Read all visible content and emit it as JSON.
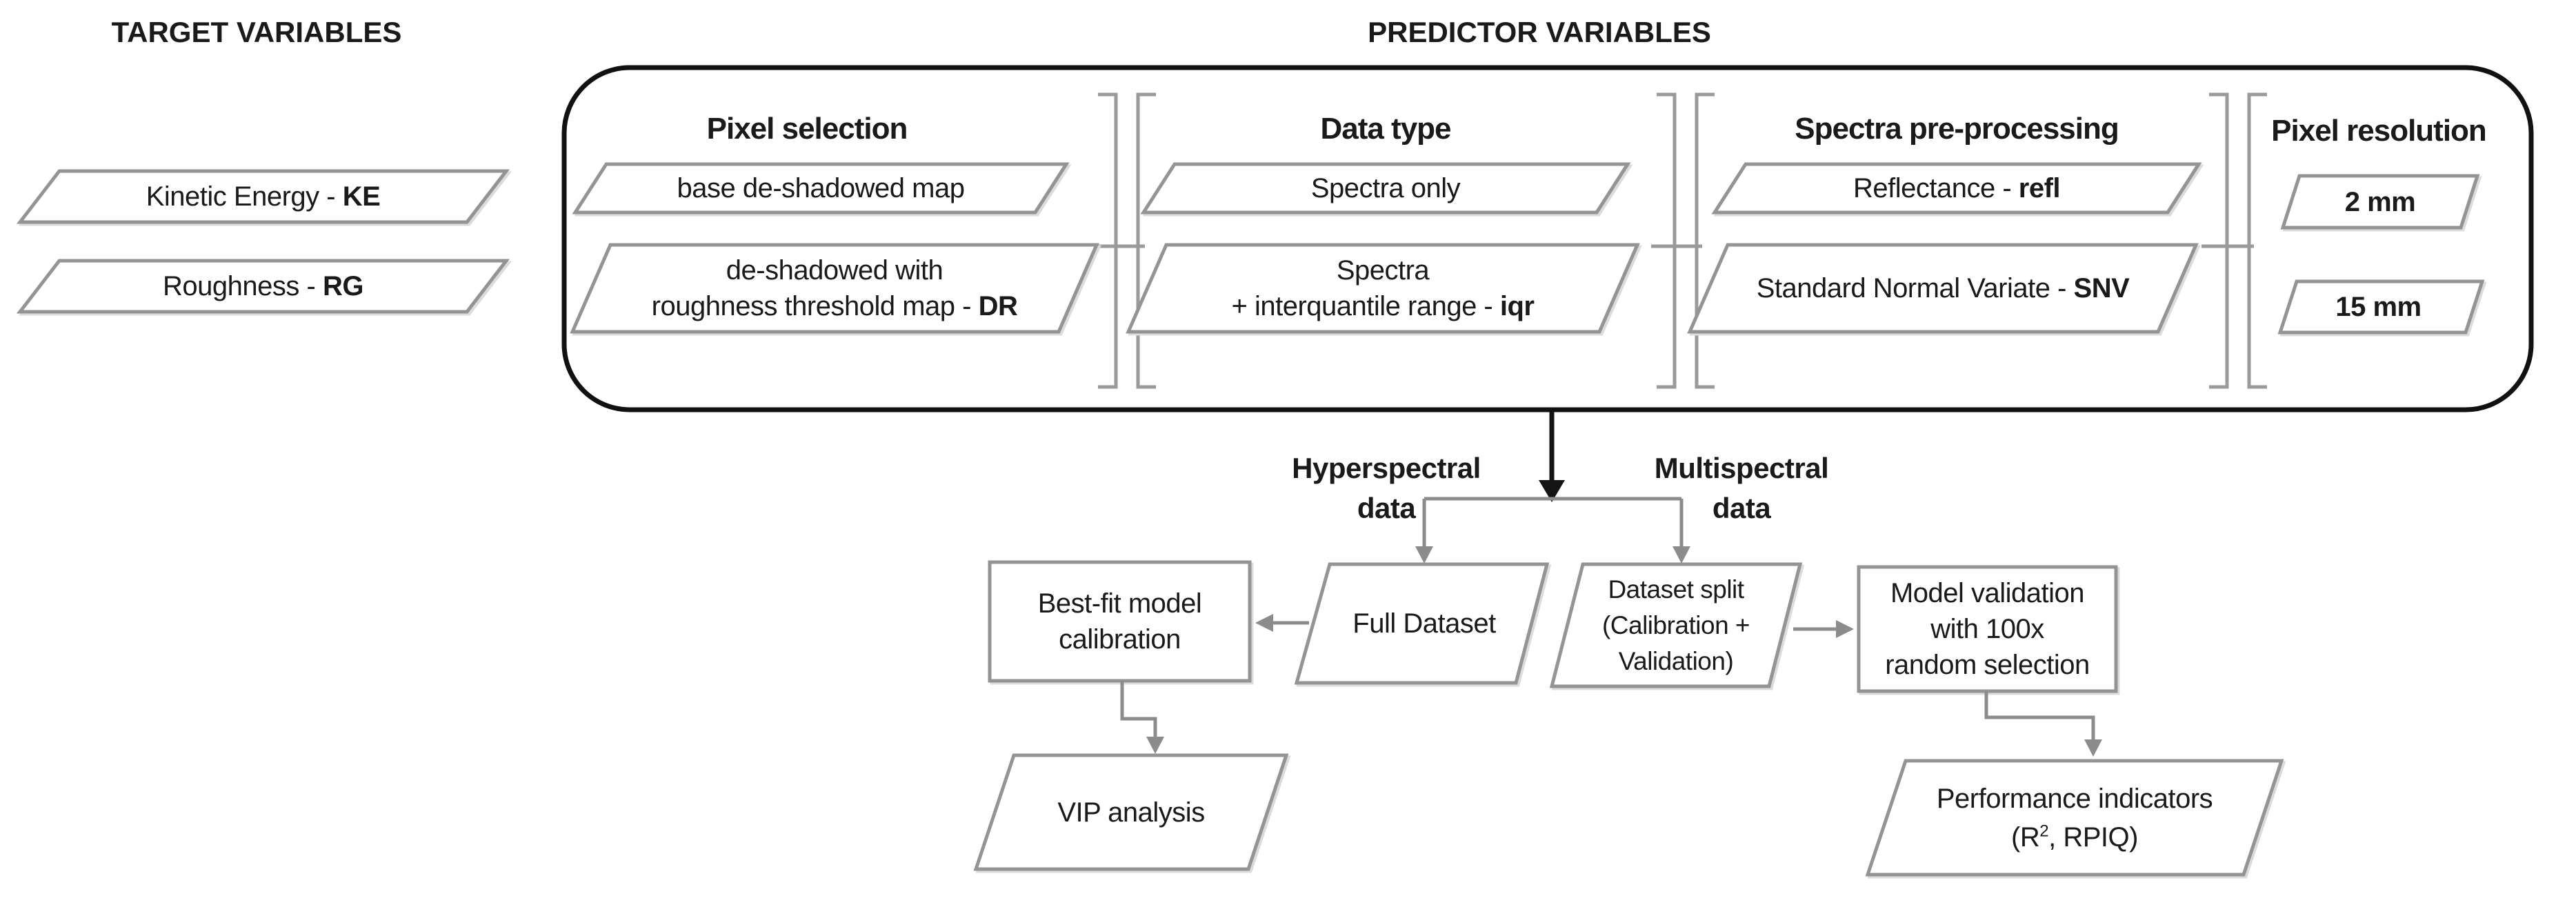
{
  "header": {
    "target": "TARGET VARIABLES",
    "predictor": "PREDICTOR VARIABLES"
  },
  "target_variables": {
    "ke": {
      "text": "Kinetic Energy - ",
      "bold": "KE"
    },
    "rg": {
      "text": "Roughness - ",
      "bold": "RG"
    }
  },
  "predictor_panel": {
    "pixel_selection": {
      "heading": "Pixel selection",
      "item1": {
        "text": "base de-shadowed map",
        "bold": ""
      },
      "item2_line1": {
        "text": "de-shadowed with",
        "bold": ""
      },
      "item2_line2": {
        "text": "roughness threshold map - ",
        "bold": "DR"
      }
    },
    "data_type": {
      "heading": "Data type",
      "item1": {
        "text": "Spectra only",
        "bold": ""
      },
      "item2_line1": {
        "text": "Spectra",
        "bold": ""
      },
      "item2_line2": {
        "text": "+ interquantile range - ",
        "bold": "iqr"
      }
    },
    "spectra_preprocessing": {
      "heading": "Spectra pre-processing",
      "item1": {
        "text": "Reflectance - ",
        "bold": "refl"
      },
      "item2": {
        "text": "Standard Normal Variate - ",
        "bold": "SNV"
      }
    },
    "pixel_resolution": {
      "heading": "Pixel resolution",
      "item1": {
        "text": "",
        "bold": "2 mm"
      },
      "item2": {
        "text": "",
        "bold": "15 mm"
      }
    }
  },
  "flow": {
    "hyperspectral_label_line1": "Hyperspectral",
    "hyperspectral_label_line2": "data",
    "multispectral_label_line1": "Multispectral",
    "multispectral_label_line2": "data",
    "full_dataset": "Full Dataset",
    "dataset_split_line1": "Dataset split",
    "dataset_split_line2": "(Calibration +",
    "dataset_split_line3": "Validation)",
    "best_fit_line1": "Best-fit model",
    "best_fit_line2": "calibration",
    "model_validation_line1": "Model validation",
    "model_validation_line2": "with 100x",
    "model_validation_line3": "random selection",
    "vip": "VIP analysis",
    "performance_line1": "Performance indicators",
    "performance_line2_pre": "(R",
    "performance_line2_sup": "2",
    "performance_line2_post": ", RPIQ)"
  },
  "colors": {
    "background": "#ffffff",
    "shape_border": "#949494",
    "panel_border": "#111111",
    "connector": "#8c8c8c",
    "text": "#1a1a1a"
  }
}
